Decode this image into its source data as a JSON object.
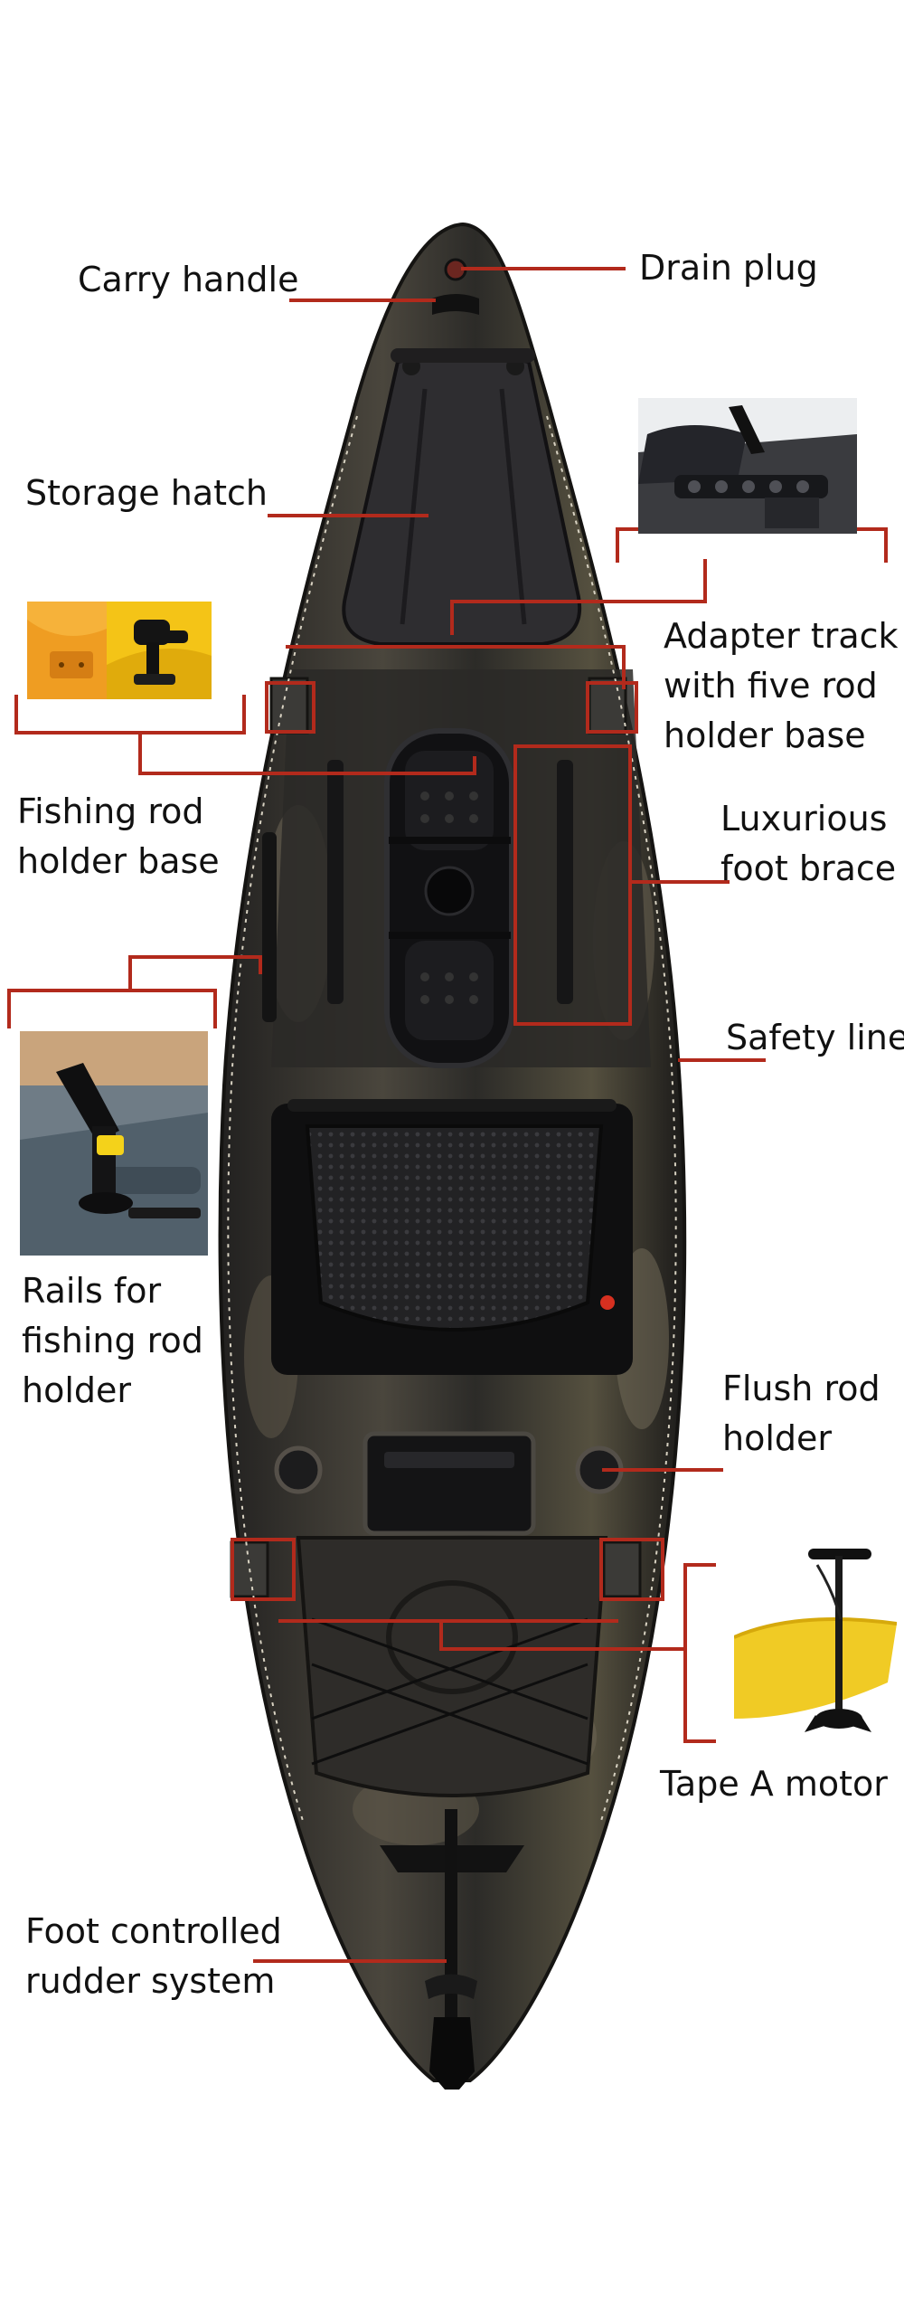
{
  "colors": {
    "leader": "#b22a1c",
    "hull_dark": "#1e1d1b",
    "hull_mid": "#3a3833",
    "hull_camo": "#5a5447",
    "deck_plate": "#2b2a2c",
    "thumb_yellow": "#f2c11c",
    "thumb_orange": "#e8901c",
    "thumb_grey": "#5f6d78"
  },
  "callouts": {
    "carry_handle": {
      "lines": [
        "Carry handle"
      ]
    },
    "drain_plug": {
      "lines": [
        "Drain plug"
      ]
    },
    "storage_hatch": {
      "lines": [
        "Storage hatch"
      ]
    },
    "adapter_track": {
      "lines": [
        "Adapter track",
        "with five rod",
        "holder base"
      ]
    },
    "fishing_rod_holder_base": {
      "lines": [
        "Fishing rod",
        "holder base"
      ]
    },
    "foot_brace": {
      "lines": [
        "Luxurious",
        "foot brace"
      ]
    },
    "safety_line": {
      "lines": [
        "Safety line"
      ]
    },
    "rails": {
      "lines": [
        "Rails for",
        "fishing rod",
        "holder"
      ]
    },
    "flush_rod_holder": {
      "lines": [
        "Flush rod",
        "holder"
      ]
    },
    "motor": {
      "lines": [
        "Tape A motor"
      ]
    },
    "rudder": {
      "lines": [
        "Foot controlled",
        "rudder system"
      ]
    }
  },
  "icons": {
    "kayak": "kayak-top-view-icon",
    "adapter_track_photo": "adapter-track-photo-icon",
    "rod_holder_base_photo": "rod-holder-base-photo-icon",
    "rails_photo": "rod-holder-rail-photo-icon",
    "motor_photo": "trolling-motor-photo-icon"
  }
}
